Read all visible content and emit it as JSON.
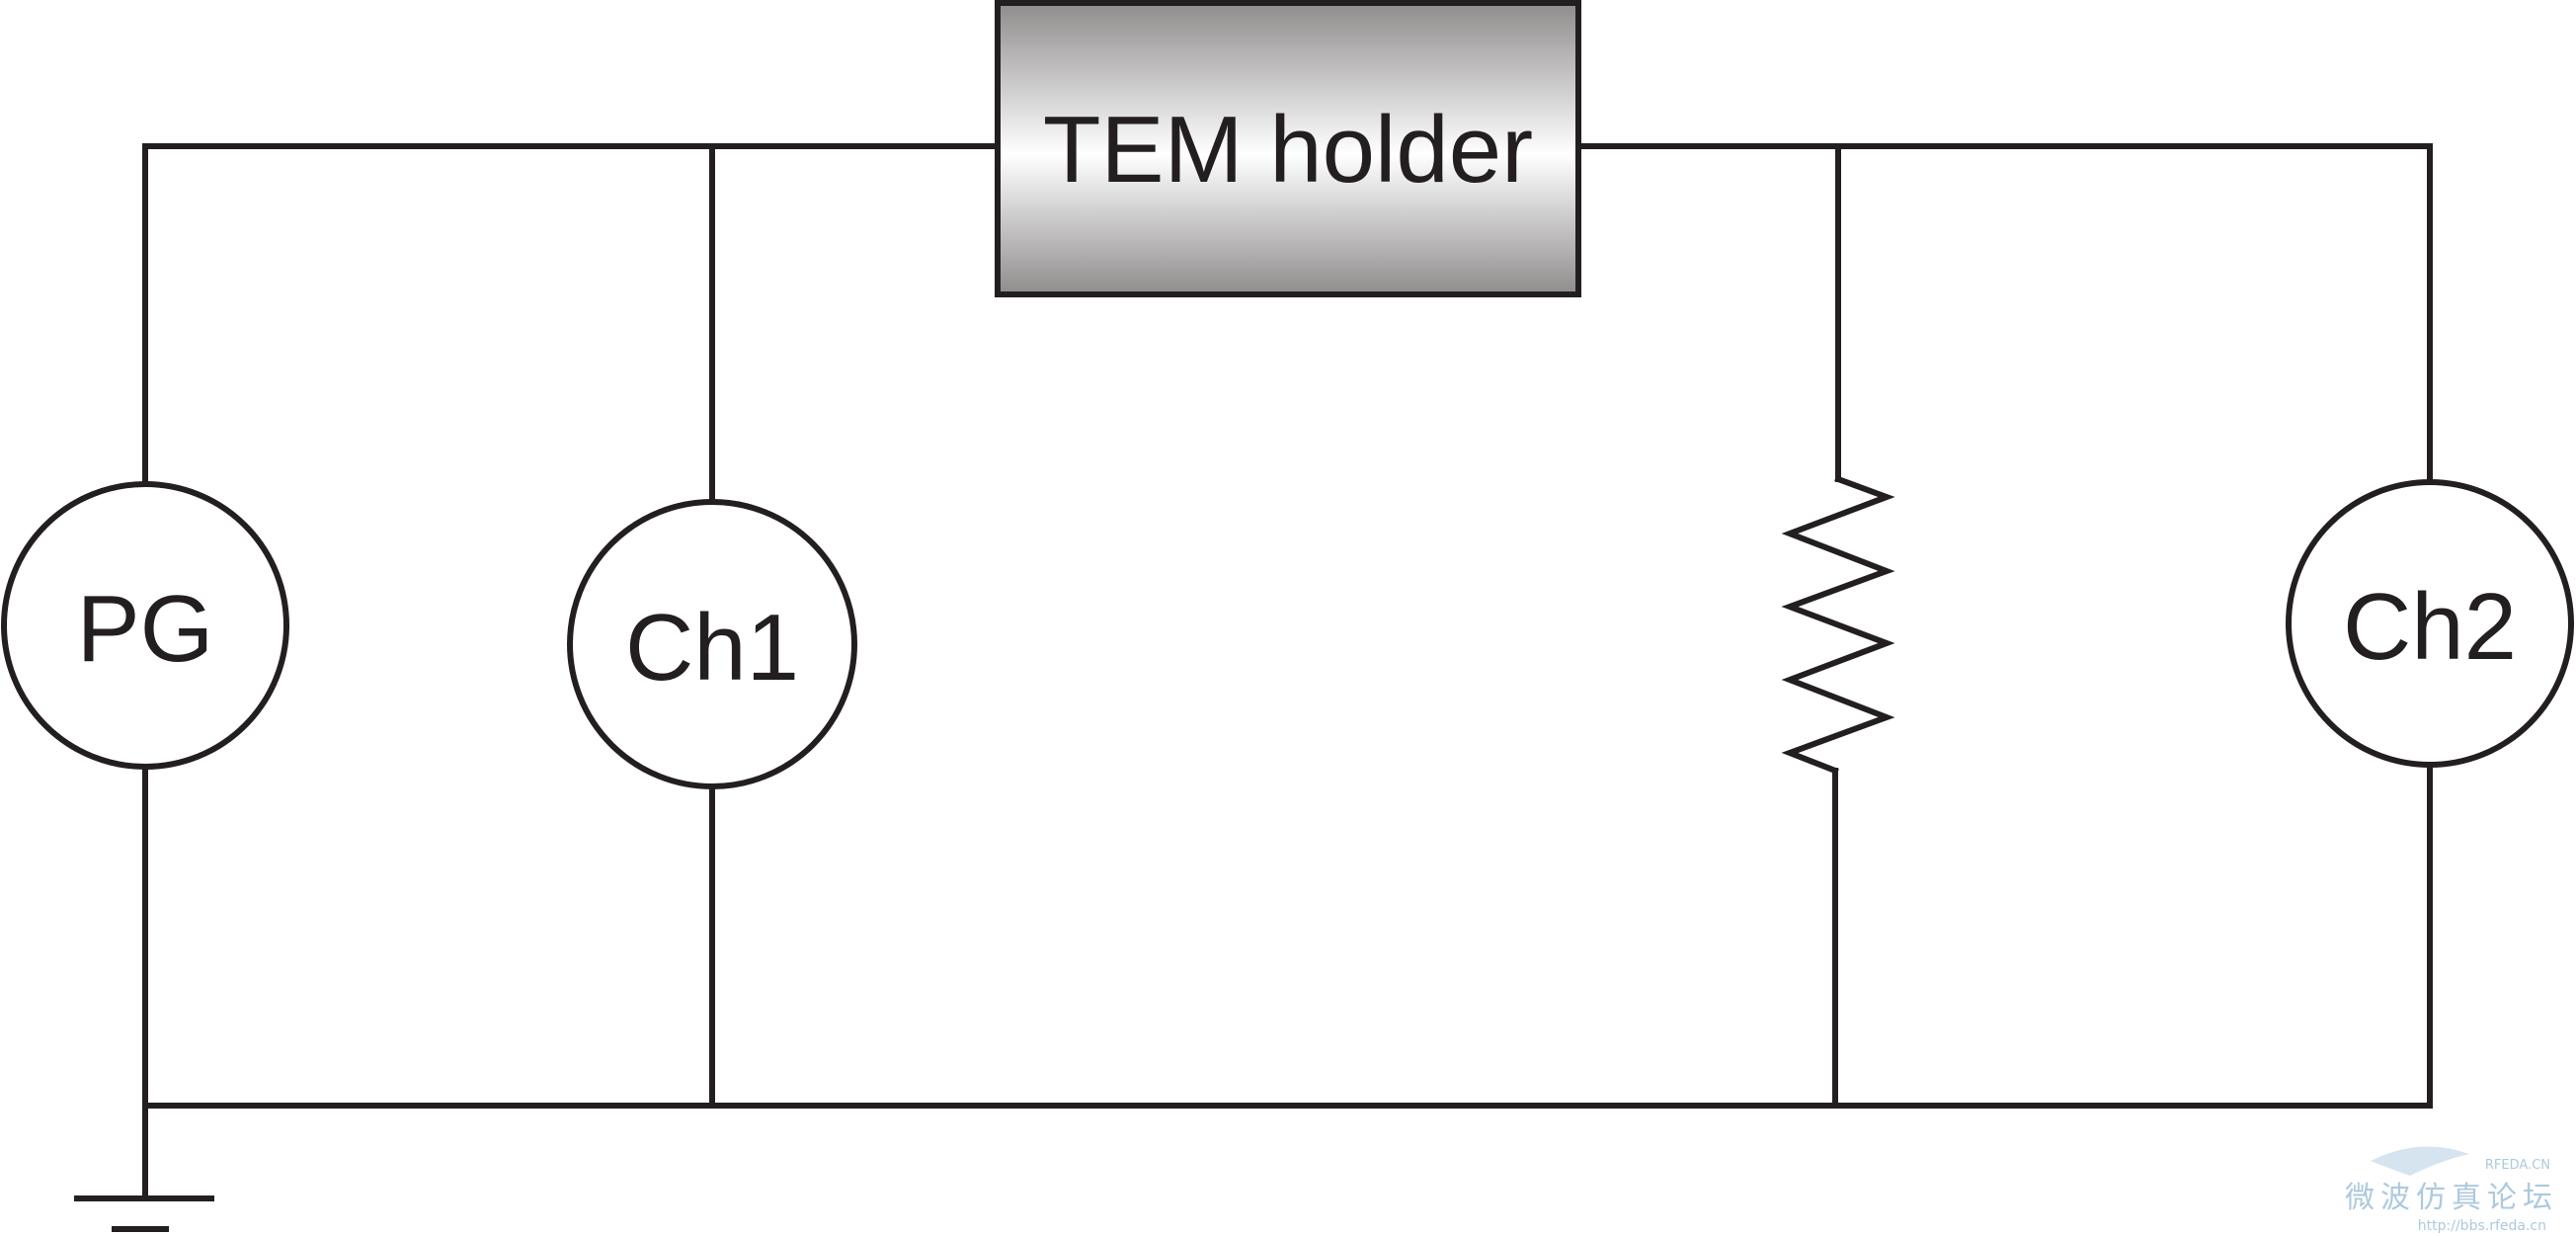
{
  "components": {
    "holder": {
      "label": "TEM holder"
    },
    "pg": {
      "label": "PG"
    },
    "ch1": {
      "label": "Ch1"
    },
    "ch2": {
      "label": "Ch2"
    }
  },
  "watermark": {
    "brand": "RFEDA.CN",
    "site_name": "微波仿真论坛",
    "url": "http://bbs.rfeda.cn"
  },
  "colors": {
    "wire": "#231f20",
    "holder_dark": "#8f8c8c",
    "holder_light": "#ffffff",
    "watermark": "#9fc0d8"
  }
}
